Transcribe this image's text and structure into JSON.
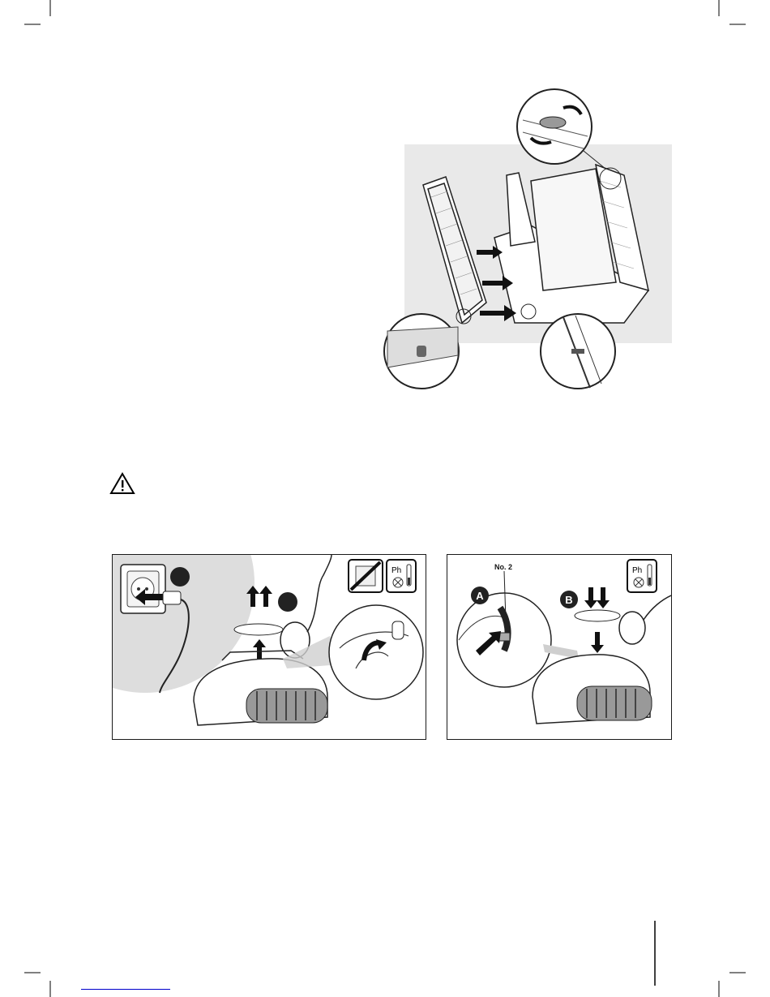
{
  "figure_top": {
    "background_color": "#e9e9e9"
  },
  "figure_left": {
    "wall_color": "#dddddd",
    "icons": [
      "plug-icon",
      "no-power-icon",
      "ph-icon"
    ]
  },
  "figure_right": {
    "hose_label": "No. 2",
    "step_a": "A",
    "step_b": "B",
    "ph_label": "Ph",
    "icons": [
      "ph-icon"
    ]
  },
  "figure_left_ph_label": "Ph",
  "warning_icon": "warning-triangle-icon",
  "footer_link_color": "#0000cc"
}
